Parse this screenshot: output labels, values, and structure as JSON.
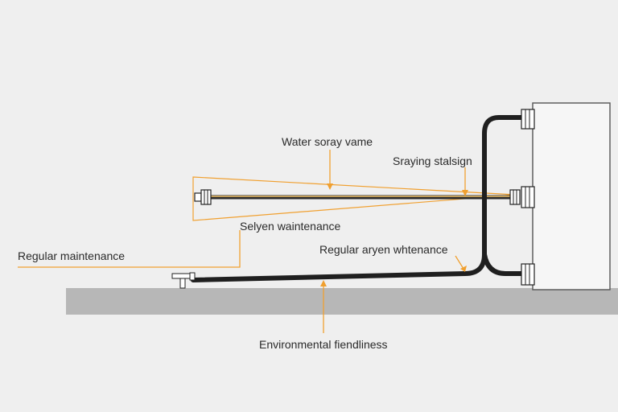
{
  "labels": {
    "water_spray": "Water soray vame",
    "spraying_station": "Sraying stalsign",
    "system_maintenance": "Selyen waintenance",
    "regular_maintenance_left": "Regular maintenance",
    "regular_maintenance_right": "Regular aryen whtenance",
    "environmental": "Environmental fiendliness"
  },
  "colors": {
    "background": "#efefef",
    "ground": "#b7b7b7",
    "pipe": "#1f1f1f",
    "accent": "#f0a030",
    "cabinet": "#f6f6f6",
    "cabinet_border": "#555555"
  }
}
